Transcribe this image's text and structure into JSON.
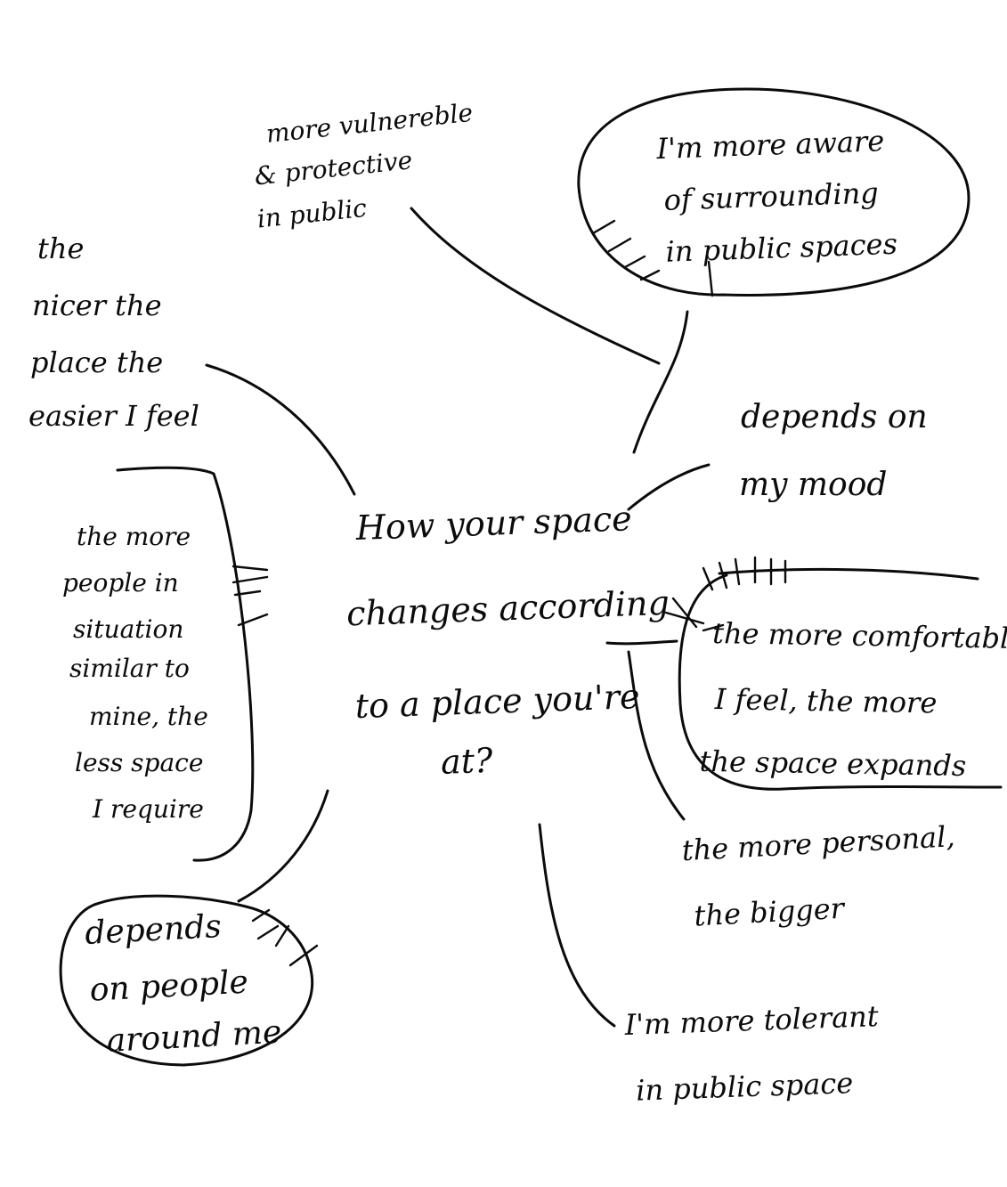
{
  "diagram": {
    "center": {
      "lines": [
        "How your space",
        "changes according",
        "to a place you're",
        "at?"
      ]
    },
    "nodes": {
      "vulnerable": {
        "lines": [
          "more vulnereble",
          "& protective",
          "in public"
        ]
      },
      "aware": {
        "lines": [
          "I'm more aware",
          "of surrounding",
          "in public spaces"
        ]
      },
      "nicer": {
        "lines": [
          "the",
          "nicer the",
          "place the",
          "easier I feel"
        ]
      },
      "mood": {
        "lines": [
          "depends on",
          "my mood"
        ]
      },
      "more_people": {
        "lines": [
          "the more",
          "people in",
          "situation",
          "similar to",
          "mine, the",
          "less space",
          "I require"
        ]
      },
      "comfortable": {
        "lines": [
          "the more comfortable",
          "I feel, the more",
          "the space expands"
        ]
      },
      "personal": {
        "lines": [
          "the more personal,",
          "the bigger"
        ]
      },
      "people_around": {
        "lines": [
          "depends",
          "on people",
          "around me"
        ]
      },
      "tolerant": {
        "lines": [
          "I'm more tolerant",
          "in public space"
        ]
      }
    }
  }
}
